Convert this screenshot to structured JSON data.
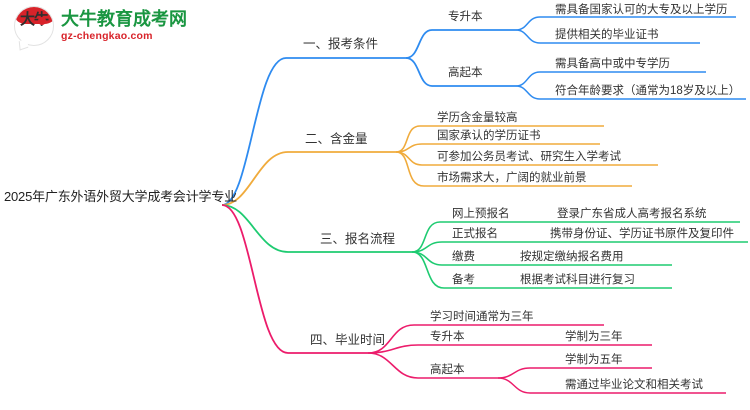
{
  "logo": {
    "mark_glyph": "大牛",
    "title": "大牛教育成考网",
    "subtitle": "gz-chengkao.com",
    "title_color": "#1a9641",
    "subtitle_color": "#d8232a",
    "mark_color": "#d8232a"
  },
  "mindmap": {
    "root": "2025年广东外语外贸大学成考会计学专业",
    "branches": [
      {
        "label": "一、报考条件",
        "color": "#2e8bf0",
        "children": [
          {
            "label": "专升本",
            "children": [
              {
                "label": "需具备国家认可的大专及以上学历"
              },
              {
                "label": "提供相关的毕业证书"
              }
            ]
          },
          {
            "label": "高起本",
            "children": [
              {
                "label": "需具备高中或中专学历"
              },
              {
                "label": "符合年龄要求（通常为18岁及以上）"
              }
            ]
          }
        ]
      },
      {
        "label": "二、含金量",
        "color": "#f0ab3c",
        "children": [
          {
            "label": "学历含金量较高",
            "children": []
          },
          {
            "label": "国家承认的学历证书",
            "children": []
          },
          {
            "label": "可参加公务员考试、研究生入学考试",
            "children": []
          },
          {
            "label": "市场需求大，广阔的就业前景",
            "children": []
          }
        ]
      },
      {
        "label": "三、报名流程",
        "color": "#1ecb71",
        "children": [
          {
            "label": "网上预报名",
            "children": [
              {
                "label": "登录广东省成人高考报名系统"
              }
            ]
          },
          {
            "label": "正式报名",
            "children": [
              {
                "label": "携带身份证、学历证书原件及复印件"
              }
            ]
          },
          {
            "label": "缴费",
            "children": [
              {
                "label": "按规定缴纳报名费用"
              }
            ]
          },
          {
            "label": "备考",
            "children": [
              {
                "label": "根据考试科目进行复习"
              }
            ]
          }
        ]
      },
      {
        "label": "四、毕业时间",
        "color": "#ec1c6b",
        "children": [
          {
            "label": "学习时间通常为三年",
            "children": []
          },
          {
            "label": "专升本",
            "children": [
              {
                "label": "学制为三年"
              }
            ]
          },
          {
            "label": "高起本",
            "children": [
              {
                "label": "学制为五年"
              },
              {
                "label": "需通过毕业论文和相关考试"
              }
            ]
          }
        ]
      }
    ]
  }
}
